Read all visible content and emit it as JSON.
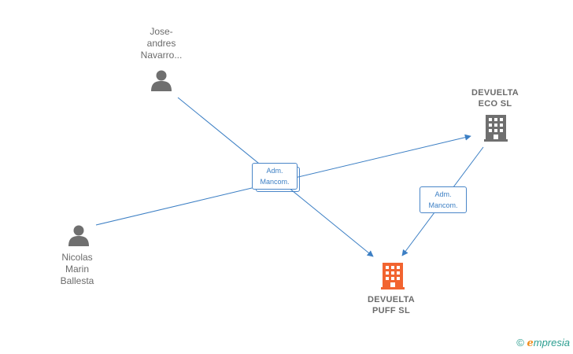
{
  "nodes": {
    "jose": {
      "lines": [
        "Jose-",
        "andres",
        "Navarro..."
      ],
      "type": "person"
    },
    "nicolas": {
      "lines": [
        "Nicolas",
        "Marin",
        "Ballesta"
      ],
      "type": "person"
    },
    "devuelta_eco": {
      "lines": [
        "DEVUELTA",
        "ECO  SL"
      ],
      "type": "company"
    },
    "devuelta_puff": {
      "lines": [
        "DEVUELTA",
        "PUFF  SL"
      ],
      "type": "company",
      "main": true
    }
  },
  "edges": {
    "adm_center": {
      "lines": [
        "Adm.",
        "Mancom."
      ]
    },
    "adm_right": {
      "lines": [
        "Adm.",
        "Mancom."
      ]
    }
  },
  "colors": {
    "person_icon": "#6f6f6f",
    "company_icon": "#6f6f6f",
    "main_company_icon": "#f26430",
    "edge": "#3c7fc4"
  },
  "footer": {
    "copyright": "©",
    "brand_initial": "e",
    "brand_rest": "mpresia"
  }
}
